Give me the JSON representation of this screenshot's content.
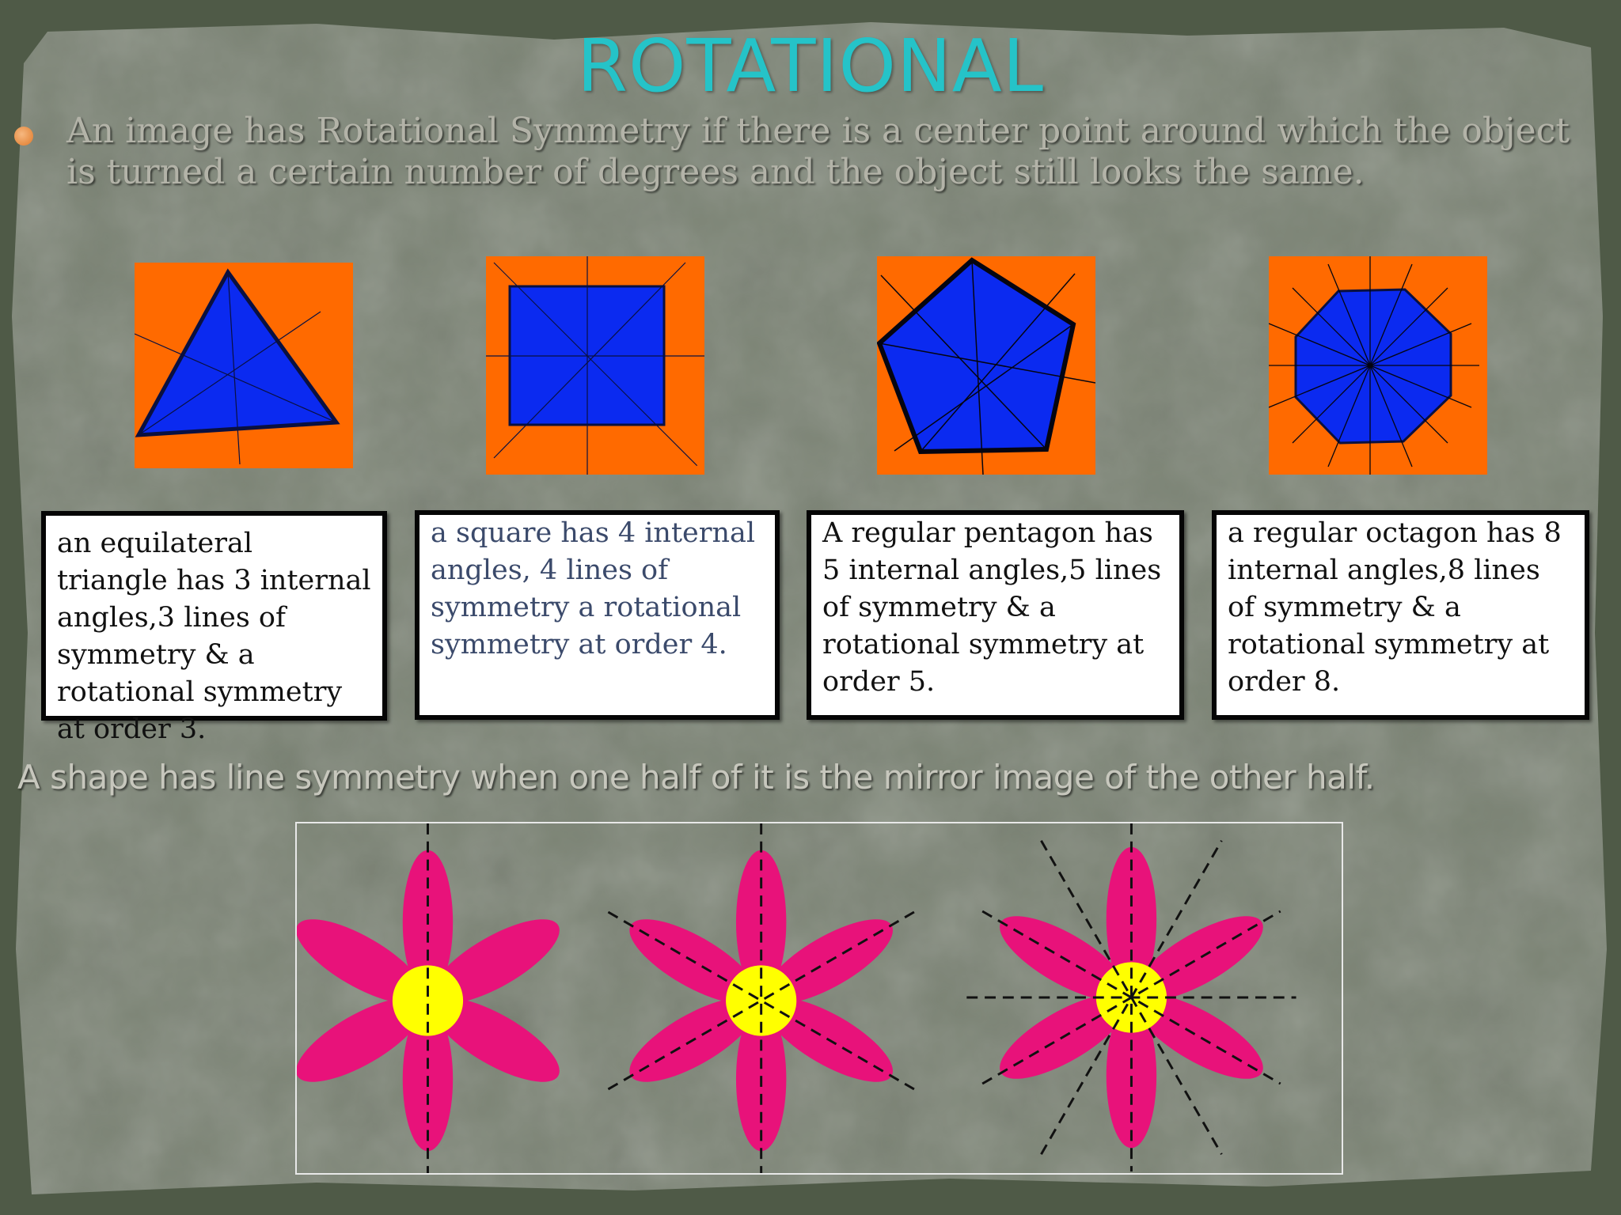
{
  "slide": {
    "title": "ROTATIONAL",
    "intro": "An image has Rotational Symmetry if there is a center point around which the object is turned a certain number of degrees and the object still looks the same.",
    "line_symmetry": "A shape has line symmetry when one half of it is the mirror image of the other half."
  },
  "shapes": [
    {
      "name": "triangle",
      "caption": "an equilateral triangle has 3 internal angles,3 lines of symmetry & a rotational symmetry at order 3."
    },
    {
      "name": "square",
      "caption": "a square has 4 internal angles, 4 lines of symmetry a rotational symmetry at order 4."
    },
    {
      "name": "pentagon",
      "caption": "A regular pentagon has 5 internal angles,5 lines of symmetry & a rotational symmetry at order 5."
    },
    {
      "name": "octagon",
      "caption": "a regular octagon has 8 internal angles,8 lines of symmetry & a rotational symmetry at order 8."
    }
  ],
  "colors": {
    "title": "#25c3c8",
    "shape_fill": "#0b2af0",
    "shape_background": "#ff6a00",
    "petal": "#e8127a",
    "flower_center": "#ffff00"
  }
}
